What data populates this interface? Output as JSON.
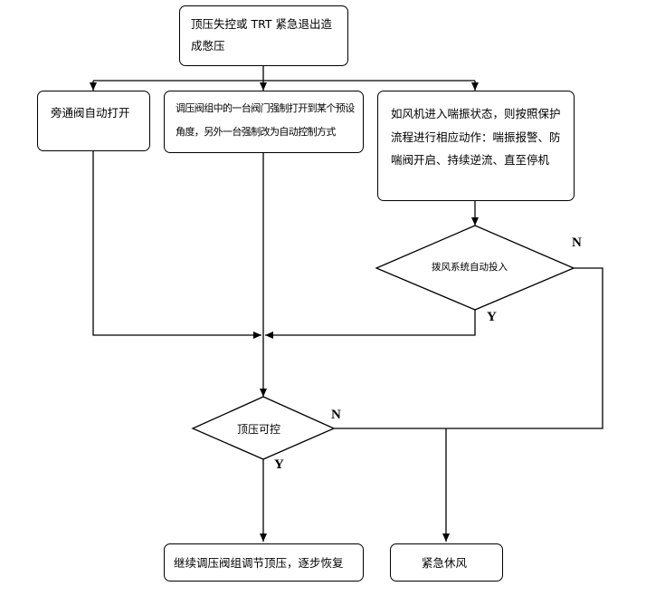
{
  "nodes": {
    "start": "顶压失控或 TRT 紧急退出造成憋压",
    "bypass": "旁通阀自动打开",
    "regulator": "调压阀组中的一台阀门强制打开到某个预设角度，另外一台强制改为自动控制方式",
    "fan": "如风机进入喘振状态，则按照保护流程进行相应动作：喘振报警、防喘阀开启、持续逆流、直至停机",
    "decision_dial": "拨风系统自动投入",
    "decision_top": "顶压可控",
    "continue": "继续调压阀组调节顶压，逐步恢复",
    "emergency": "紧急休风"
  },
  "labels": {
    "dial_no": "N",
    "dial_yes": "Y",
    "top_no": "N",
    "top_yes": "Y"
  }
}
